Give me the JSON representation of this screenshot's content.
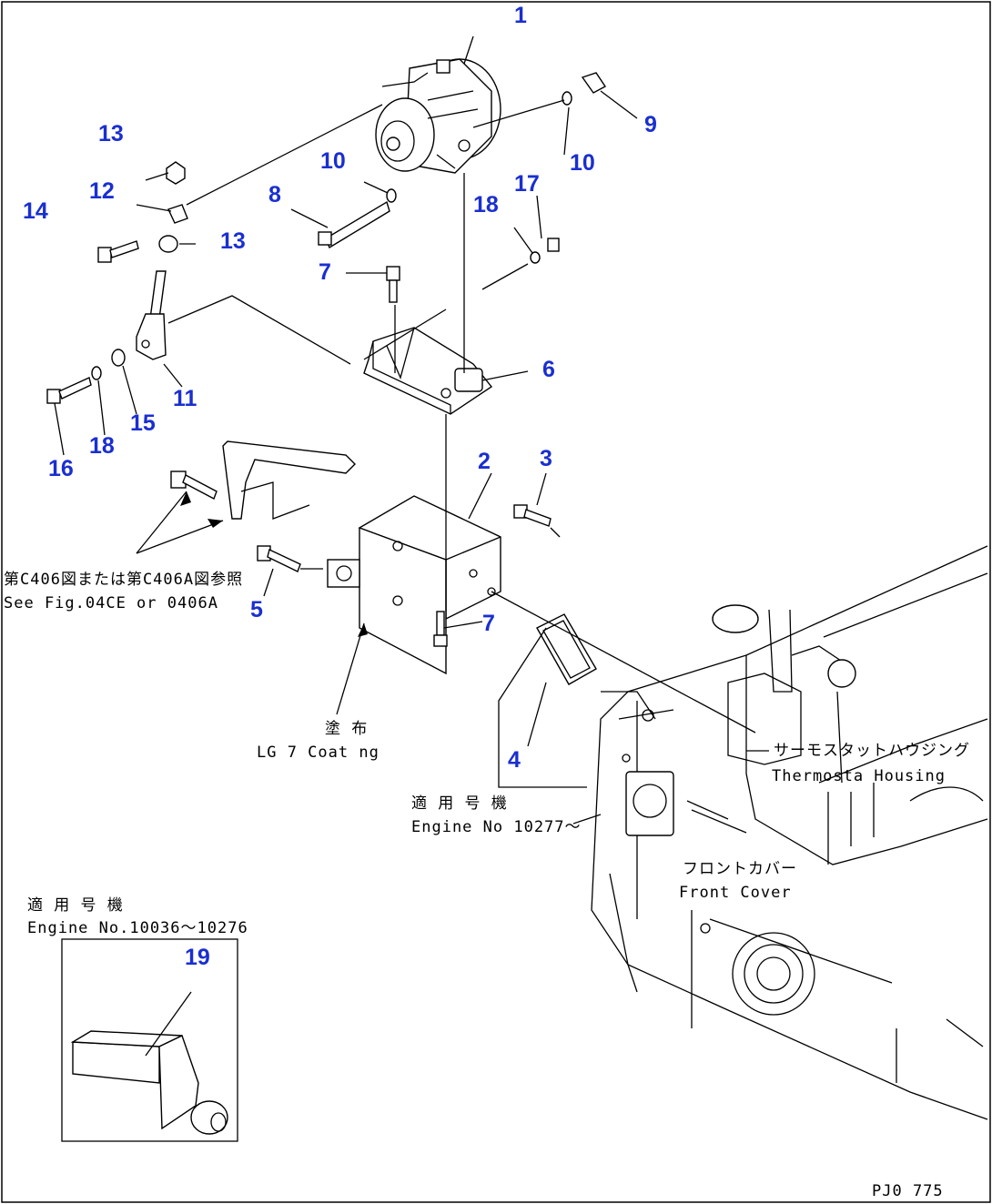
{
  "callouts": [
    {
      "id": "c1",
      "label": "1"
    },
    {
      "id": "c2",
      "label": "2"
    },
    {
      "id": "c3",
      "label": "3"
    },
    {
      "id": "c4",
      "label": "4"
    },
    {
      "id": "c5",
      "label": "5"
    },
    {
      "id": "c6",
      "label": "6"
    },
    {
      "id": "c7a",
      "label": "7"
    },
    {
      "id": "c7b",
      "label": "7"
    },
    {
      "id": "c8",
      "label": "8"
    },
    {
      "id": "c9",
      "label": "9"
    },
    {
      "id": "c10a",
      "label": "10"
    },
    {
      "id": "c10b",
      "label": "10"
    },
    {
      "id": "c11",
      "label": "11"
    },
    {
      "id": "c12",
      "label": "12"
    },
    {
      "id": "c13a",
      "label": "13"
    },
    {
      "id": "c13b",
      "label": "13"
    },
    {
      "id": "c14",
      "label": "14"
    },
    {
      "id": "c15",
      "label": "15"
    },
    {
      "id": "c16",
      "label": "16"
    },
    {
      "id": "c17",
      "label": "17"
    },
    {
      "id": "c18a",
      "label": "18"
    },
    {
      "id": "c18b",
      "label": "18"
    },
    {
      "id": "c19",
      "label": "19"
    }
  ],
  "notes": {
    "see_fig_jp": "第C406図または第C406A図参照",
    "see_fig_en": "See Fig.04CE or 0406A",
    "coating_jp": "塗 布",
    "coating_en": "LG 7 Coat ng",
    "thermostat_jp": "サーモスタットハウジング",
    "thermostat_en": "Thermosta  Housing",
    "engine_no1_jp": "適 用 号 機",
    "engine_no1_en": "Engine No 10277～",
    "front_cover_jp": "フロントカバー",
    "front_cover_en": "Front Cover",
    "engine_no2_jp": "適 用 号 機",
    "engine_no2_en": "Engine No.10036～10276",
    "drawing_code": "PJ0 775"
  },
  "colors": {
    "callout": "#1a2fd0",
    "line": "#000000",
    "background": "#ffffff"
  }
}
